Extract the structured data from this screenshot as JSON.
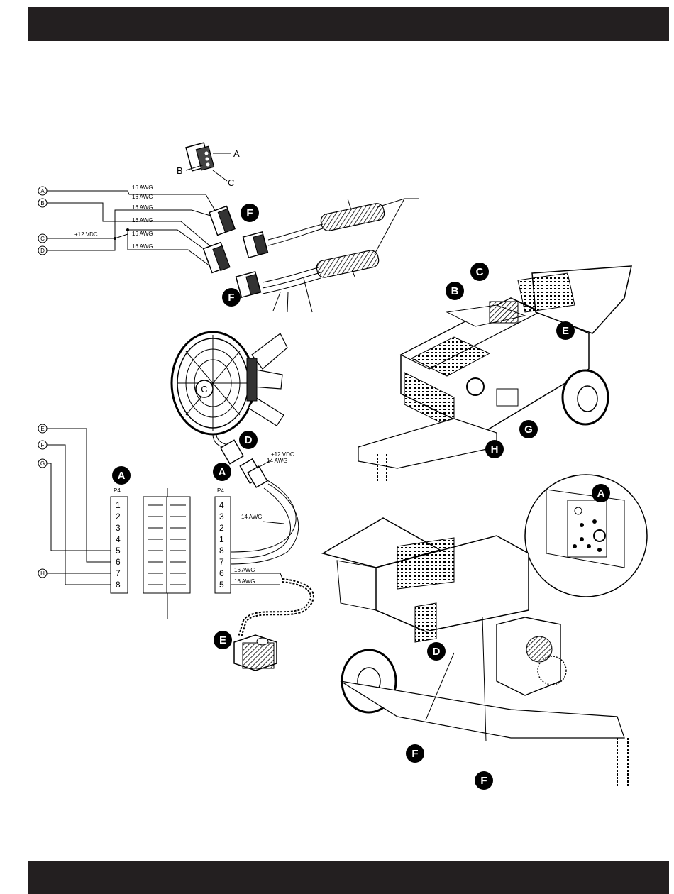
{
  "page": {},
  "connector_detail": {
    "label_a": "A",
    "label_b": "B",
    "label_c": "C"
  },
  "left_ring_labels": [
    "A",
    "B",
    "C",
    "D"
  ],
  "wire_awg": [
    "16 AWG",
    "16 AWG",
    "16 AWG",
    "16 AWG",
    "16 AWG",
    "16 AWG"
  ],
  "supply_label": "+12 VDC",
  "callouts": {
    "F1": "F",
    "F2": "F",
    "D": "D",
    "A_left": "A",
    "A_right": "A",
    "E": "E",
    "C_top": "C",
    "B_top": "B",
    "E_top": "E",
    "G_top": "G",
    "H_top": "H",
    "A_inset": "A",
    "D_bottom": "D",
    "F_bottom1": "F",
    "F_bottom2": "F"
  },
  "fan": {
    "hub_label": "C",
    "supply": "+12 VDC",
    "awg_top": "14 AWG",
    "awg_mid": "14 AWG"
  },
  "p4_left": {
    "label": "P4",
    "pins": [
      "1",
      "2",
      "3",
      "4",
      "5",
      "6",
      "7",
      "8"
    ]
  },
  "p4_right": {
    "label": "P4",
    "pins": [
      "4",
      "3",
      "2",
      "1",
      "8",
      "7",
      "6",
      "5"
    ]
  },
  "p4_ring_labels": [
    "E",
    "F",
    "G",
    "H"
  ],
  "solenoid_wires": [
    "16 AWG",
    "16 AWG"
  ]
}
